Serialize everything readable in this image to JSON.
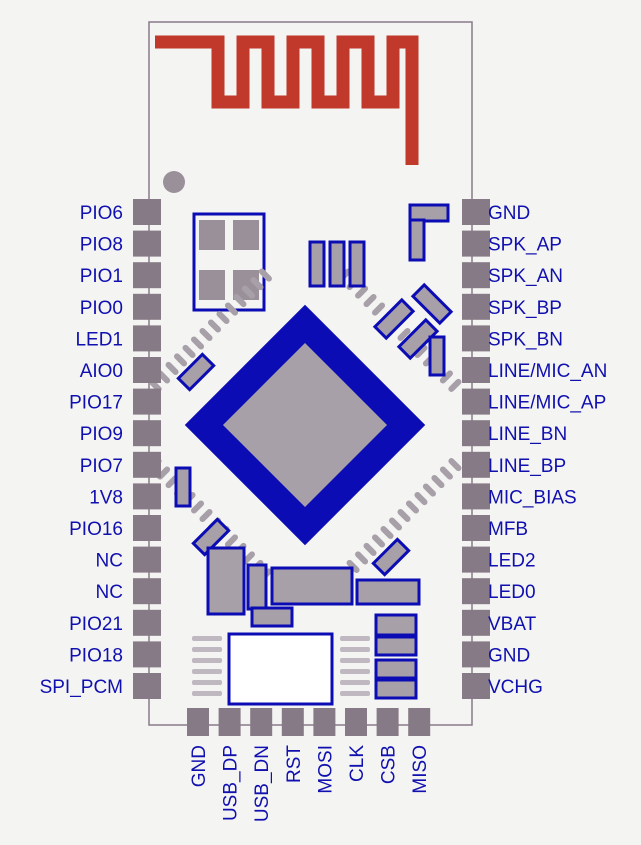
{
  "left_pins": [
    "PIO6",
    "PIO8",
    "PIO1",
    "PIO0",
    "LED1",
    "AIO0",
    "PIO17",
    "PIO9",
    "PIO7",
    "1V8",
    "PIO16",
    "NC",
    "NC",
    "PIO21",
    "PIO18",
    "SPI_PCM"
  ],
  "right_pins": [
    "GND",
    "SPK_AP",
    "SPK_AN",
    "SPK_BP",
    "SPK_BN",
    "LINE/MIC_AN",
    "LINE/MIC_AP",
    "LINE_BN",
    "LINE_BP",
    "MIC_BIAS",
    "MFB",
    "LED2",
    "LED0",
    "VBAT",
    "GND",
    "VCHG"
  ],
  "bottom_pins": [
    "GND",
    "USB_DP",
    "USB_DN",
    "RST",
    "MOSI",
    "CLK",
    "CSB",
    "MISO"
  ],
  "colors": {
    "antenna": "#c0392b",
    "trace": "#0c0cb4",
    "pad": "#857a85",
    "label": "#1010b0"
  }
}
